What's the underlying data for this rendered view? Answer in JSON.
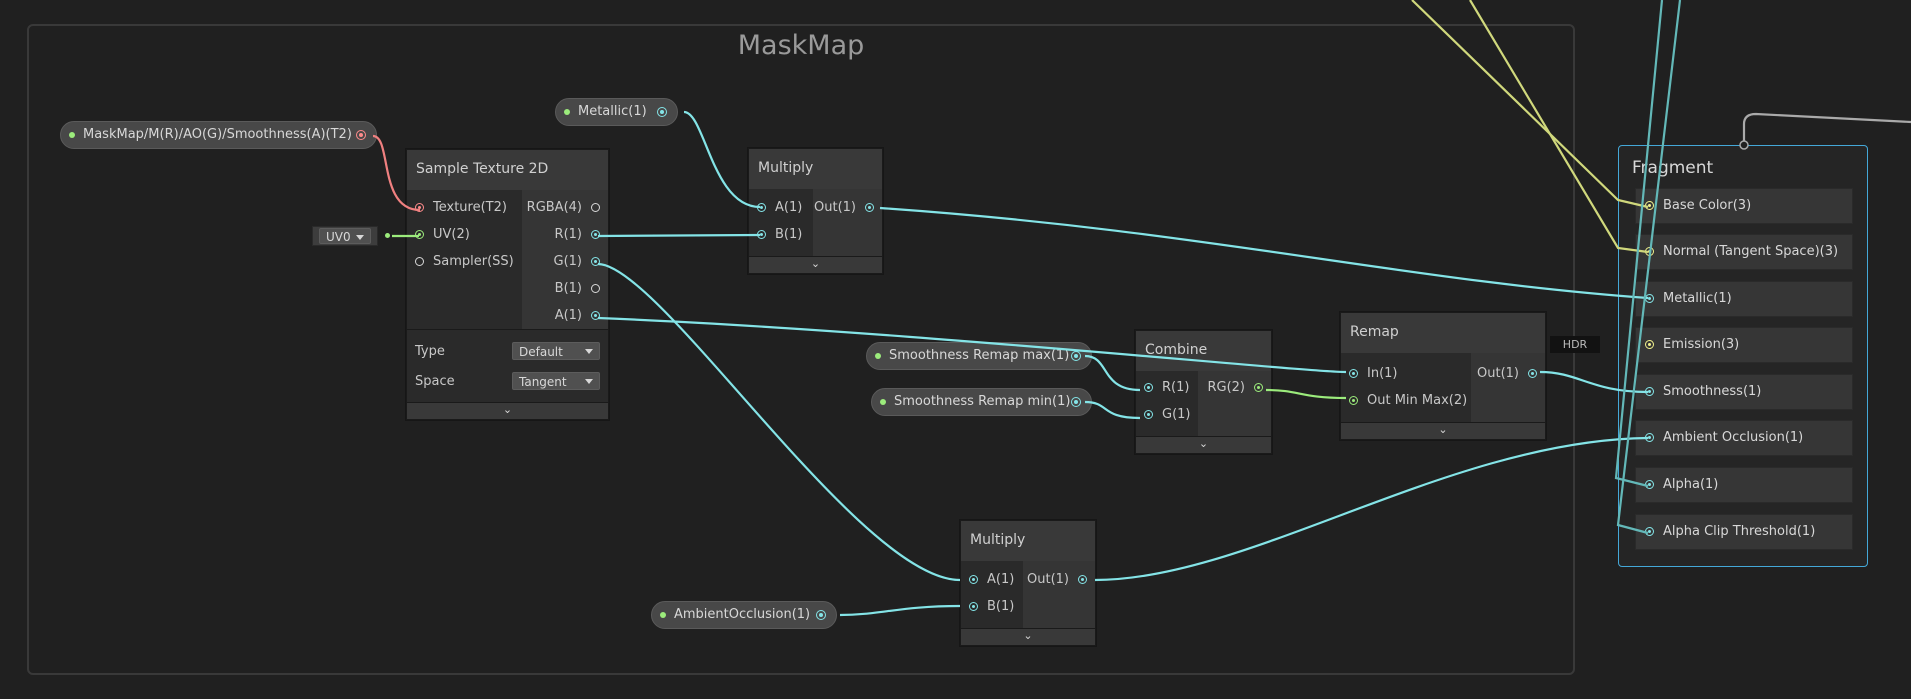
{
  "group": {
    "title": "MaskMap"
  },
  "properties": {
    "maskmap": {
      "label": "MaskMap/M(R)/AO(G)/Smoothness(A)(T2)"
    },
    "metallic": {
      "label": "Metallic(1)"
    },
    "smooth_max": {
      "label": "Smoothness Remap max(1)"
    },
    "smooth_min": {
      "label": "Smoothness Remap min(1)"
    },
    "ao": {
      "label": "AmbientOcclusion(1)"
    }
  },
  "uv_dropdown": {
    "value": "UV0"
  },
  "sample_texture": {
    "title": "Sample Texture 2D",
    "inputs": [
      "Texture(T2)",
      "UV(2)",
      "Sampler(SS)"
    ],
    "outputs": [
      "RGBA(4)",
      "R(1)",
      "G(1)",
      "B(1)",
      "A(1)"
    ],
    "type_label": "Type",
    "type_value": "Default",
    "space_label": "Space",
    "space_value": "Tangent",
    "expand": "⌄"
  },
  "multiply1": {
    "title": "Multiply",
    "inputs": [
      "A(1)",
      "B(1)"
    ],
    "outputs": [
      "Out(1)"
    ],
    "expand": "⌄"
  },
  "multiply2": {
    "title": "Multiply",
    "inputs": [
      "A(1)",
      "B(1)"
    ],
    "outputs": [
      "Out(1)"
    ],
    "expand": "⌄"
  },
  "combine": {
    "title": "Combine",
    "inputs": [
      "R(1)",
      "G(1)"
    ],
    "outputs": [
      "RG(2)"
    ],
    "expand": "⌄"
  },
  "remap": {
    "title": "Remap",
    "inputs": [
      "In(1)",
      "Out Min Max(2)"
    ],
    "outputs": [
      "Out(1)"
    ],
    "expand": "⌄"
  },
  "hdr_badge": "HDR",
  "fragment": {
    "title": "Fragment",
    "slots": [
      "Base Color(3)",
      "Normal (Tangent Space)(3)",
      "Metallic(1)",
      "Emission(3)",
      "Smoothness(1)",
      "Ambient Occlusion(1)",
      "Alpha(1)",
      "Alpha Clip Threshold(1)"
    ]
  },
  "colors": {
    "float": "#84e4e7",
    "texture": "#ff8b8b",
    "vector2": "#9cec7c",
    "vector3": "#f0f08c",
    "fragment_border": "#44a8d8"
  }
}
